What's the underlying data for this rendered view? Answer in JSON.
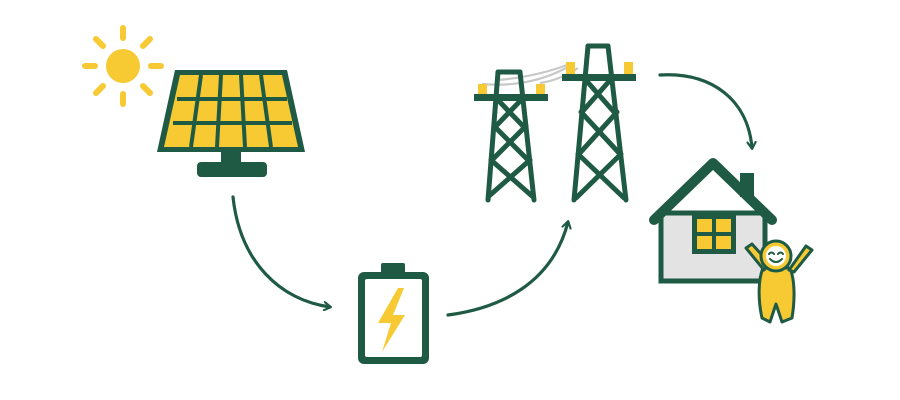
{
  "diagram": {
    "nodes": [
      {
        "id": "sun",
        "icon": "sun-icon"
      },
      {
        "id": "solar-panel",
        "icon": "solar-panel-icon"
      },
      {
        "id": "battery",
        "icon": "battery-icon"
      },
      {
        "id": "transmission-towers",
        "icon": "transmission-tower-icon"
      },
      {
        "id": "house",
        "icon": "house-icon"
      },
      {
        "id": "person",
        "icon": "happy-person-icon"
      }
    ],
    "flow": [
      {
        "from": "solar-panel",
        "to": "battery"
      },
      {
        "from": "battery",
        "to": "transmission-towers"
      },
      {
        "from": "transmission-towers",
        "to": "house"
      }
    ]
  },
  "colors": {
    "dark_green": "#1f5a44",
    "yellow": "#f7c933",
    "light_gray": "#e3e3e3",
    "wire_gray": "#c8c8c8",
    "background": "#ffffff"
  }
}
